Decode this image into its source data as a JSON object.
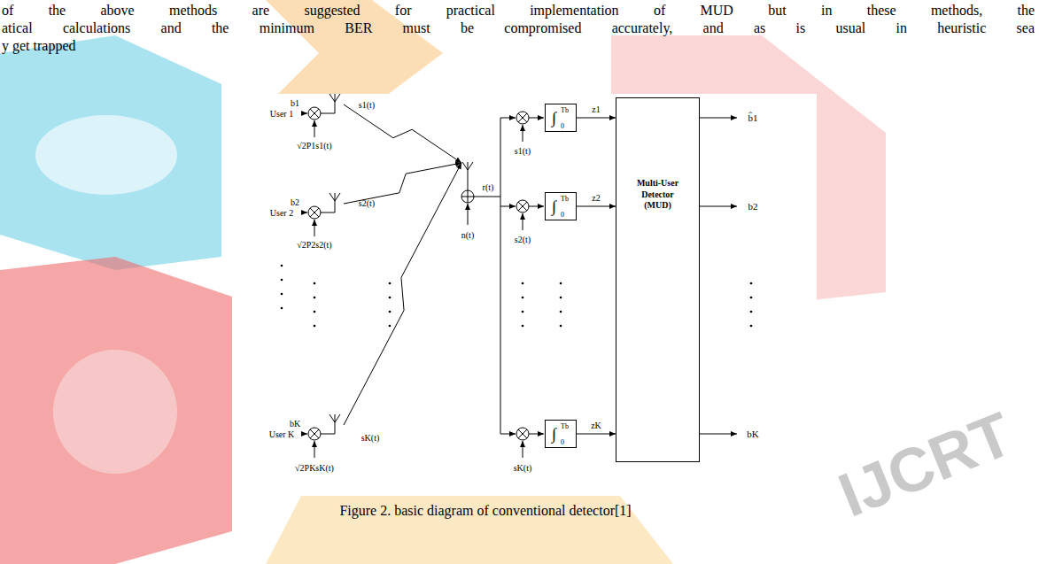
{
  "diagram": {
    "caption": "Figure 2. basic diagram of conventional detector[1]",
    "nodes": [
      {
        "text": [
          "∫",
          "Tb",
          "0"
        ]
      },
      {
        "text": [
          "∫",
          "Tb",
          "0"
        ]
      },
      {
        "text": [
          "∫",
          "Tb",
          "0"
        ]
      },
      {
        "text": [
          "Multi-User Detector (MUD)"
        ]
      }
    ],
    "edges": [
      {
        "from": 0,
        "to": 3,
        "arrow": "to",
        "label": "z1"
      },
      {
        "from": 1,
        "to": 3,
        "arrow": "to",
        "label": "z2"
      },
      {
        "from": 2,
        "to": 3,
        "arrow": "to",
        "label": "zK"
      }
    ],
    "labels": [
      "of the above methods are suggested for practical implementation of MUD but in these methods, the",
      "atical calculations and the minimum BER must be compromised accurately, and as is usual in heuristic sea",
      "y get trapped",
      "User 1",
      "b1",
      "√2P1s1(t)",
      "s1(t)",
      "User 2",
      "b2",
      "√2P2s2(t)",
      "s2(t)",
      "User K",
      "bK",
      "√2PKsK(t)",
      "sK(t)",
      "n(t)",
      "r(t)",
      "s1(t)",
      "s2(t)",
      "sK(t)",
      "b̂1",
      "b2",
      "bK",
      "IJCRT"
    ]
  }
}
